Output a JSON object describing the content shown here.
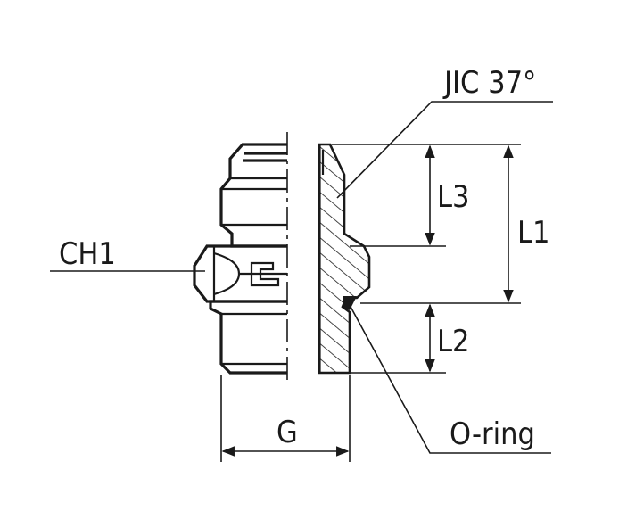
{
  "labels": {
    "jic": "JIC 37°",
    "ch1": "CH1",
    "l1": "L1",
    "l2": "L2",
    "l3": "L3",
    "g": "G",
    "oring": "O-ring"
  },
  "colors": {
    "line": "#1a1a1a",
    "background": "#ffffff"
  }
}
